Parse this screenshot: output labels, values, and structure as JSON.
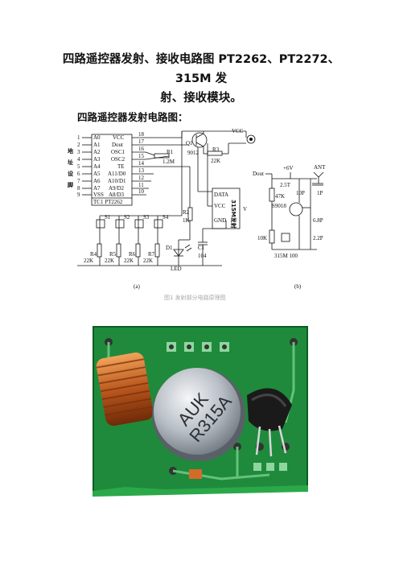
{
  "document": {
    "title_line1": "四路遥控器发射、接收电路图 PT2262、PT2272、315M 发",
    "title_line2": "射、接收模块。",
    "section_heading": "四路遥控器发射电路图："
  },
  "schematic": {
    "pins_left": [
      "1",
      "2",
      "3",
      "4",
      "5",
      "6",
      "7",
      "8",
      "9"
    ],
    "pins_right": [
      "18",
      "17",
      "16",
      "15",
      "14",
      "13",
      "12",
      "11",
      "10"
    ],
    "ic_left_labels": [
      "A0",
      "A1",
      "A2",
      "A3",
      "A4",
      "A5",
      "A6",
      "A7",
      "VSS"
    ],
    "ic_right_labels": [
      "VCC",
      "Dout",
      "OSC1",
      "OSC2",
      "TE",
      "A11/D0",
      "A10/D1",
      "A9/D2",
      "A8/D3"
    ],
    "ic_footer": "TC1   PT2262",
    "address_label": [
      "地",
      "址",
      "设",
      "脚"
    ],
    "vcc": "VCC",
    "q1": "Q1",
    "q1_part": "9012",
    "r1": "R1",
    "r1_val": "1.2M",
    "r3": "R3",
    "r3_val": "22K",
    "r2": "R2",
    "r2_val": "1K",
    "module_pins": [
      "DATA",
      "VCC",
      "GND"
    ],
    "module_name": "315M发射",
    "module_v": "V",
    "c1": "C1",
    "c1_val": "104",
    "d1": "D1",
    "led": "LED",
    "switches": [
      "S1",
      "S2",
      "S3",
      "S4"
    ],
    "pulldowns": [
      "R4",
      "R5",
      "R6",
      "R7"
    ],
    "pulldown_val": "22K",
    "label_a": "(a)",
    "label_b": "(b)",
    "b_dout": "Dout",
    "b_supply": "+6V",
    "b_ant": "ANT",
    "b_r47": "47K",
    "b_c25": "2.5T",
    "b_c10": "10P",
    "b_c1": "1P",
    "b_transistor": "S9018",
    "b_c68": "6.8P",
    "b_r10": "10K",
    "b_c22": "2.2P",
    "b_saw": "315M  100",
    "caption": "图1  发射部分电路原理图"
  },
  "photo": {
    "chip_text_1": "AUK",
    "chip_text_2": "R315A"
  }
}
